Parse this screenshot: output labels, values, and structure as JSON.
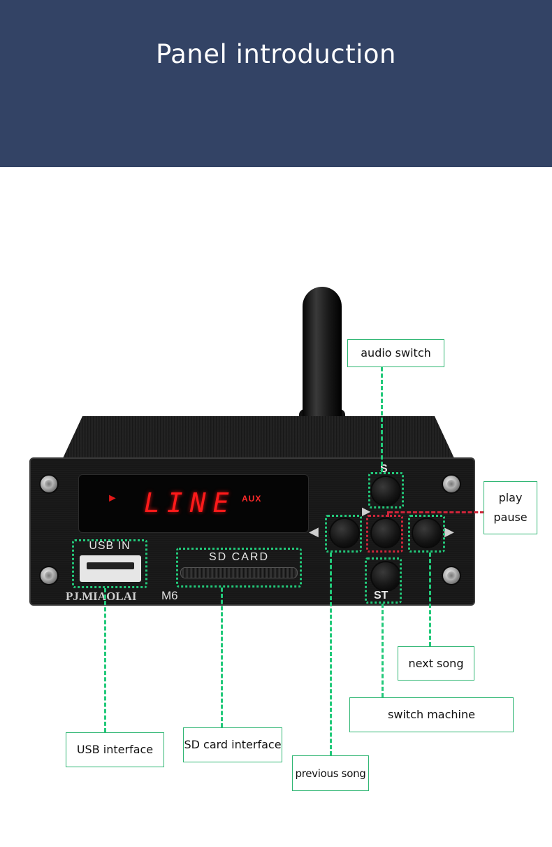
{
  "header": {
    "title": "Panel introduction",
    "background": "#334365"
  },
  "device": {
    "display_text": "LINE",
    "display_sub": "AUX",
    "usb_label": "USB IN",
    "sd_label": "SD CARD",
    "brand": "PJ.MIAOLAI",
    "model": "M6",
    "button_s": "S",
    "button_st": "ST"
  },
  "callouts": {
    "audio_switch": "audio switch",
    "play_pause": [
      "play",
      "pause"
    ],
    "next_song": "next song",
    "switch_machine": "switch machine",
    "usb_interface": "USB interface",
    "sd_card_interface": "SD card interface",
    "previous_song": "previous song"
  },
  "colors": {
    "accent_green": "#22c97a",
    "accent_red": "#d0253a",
    "display_red": "#ff1a1a"
  },
  "icons": [
    "play-indicator-icon",
    "play-glyph-icon",
    "previous-track-icon",
    "next-track-icon"
  ]
}
